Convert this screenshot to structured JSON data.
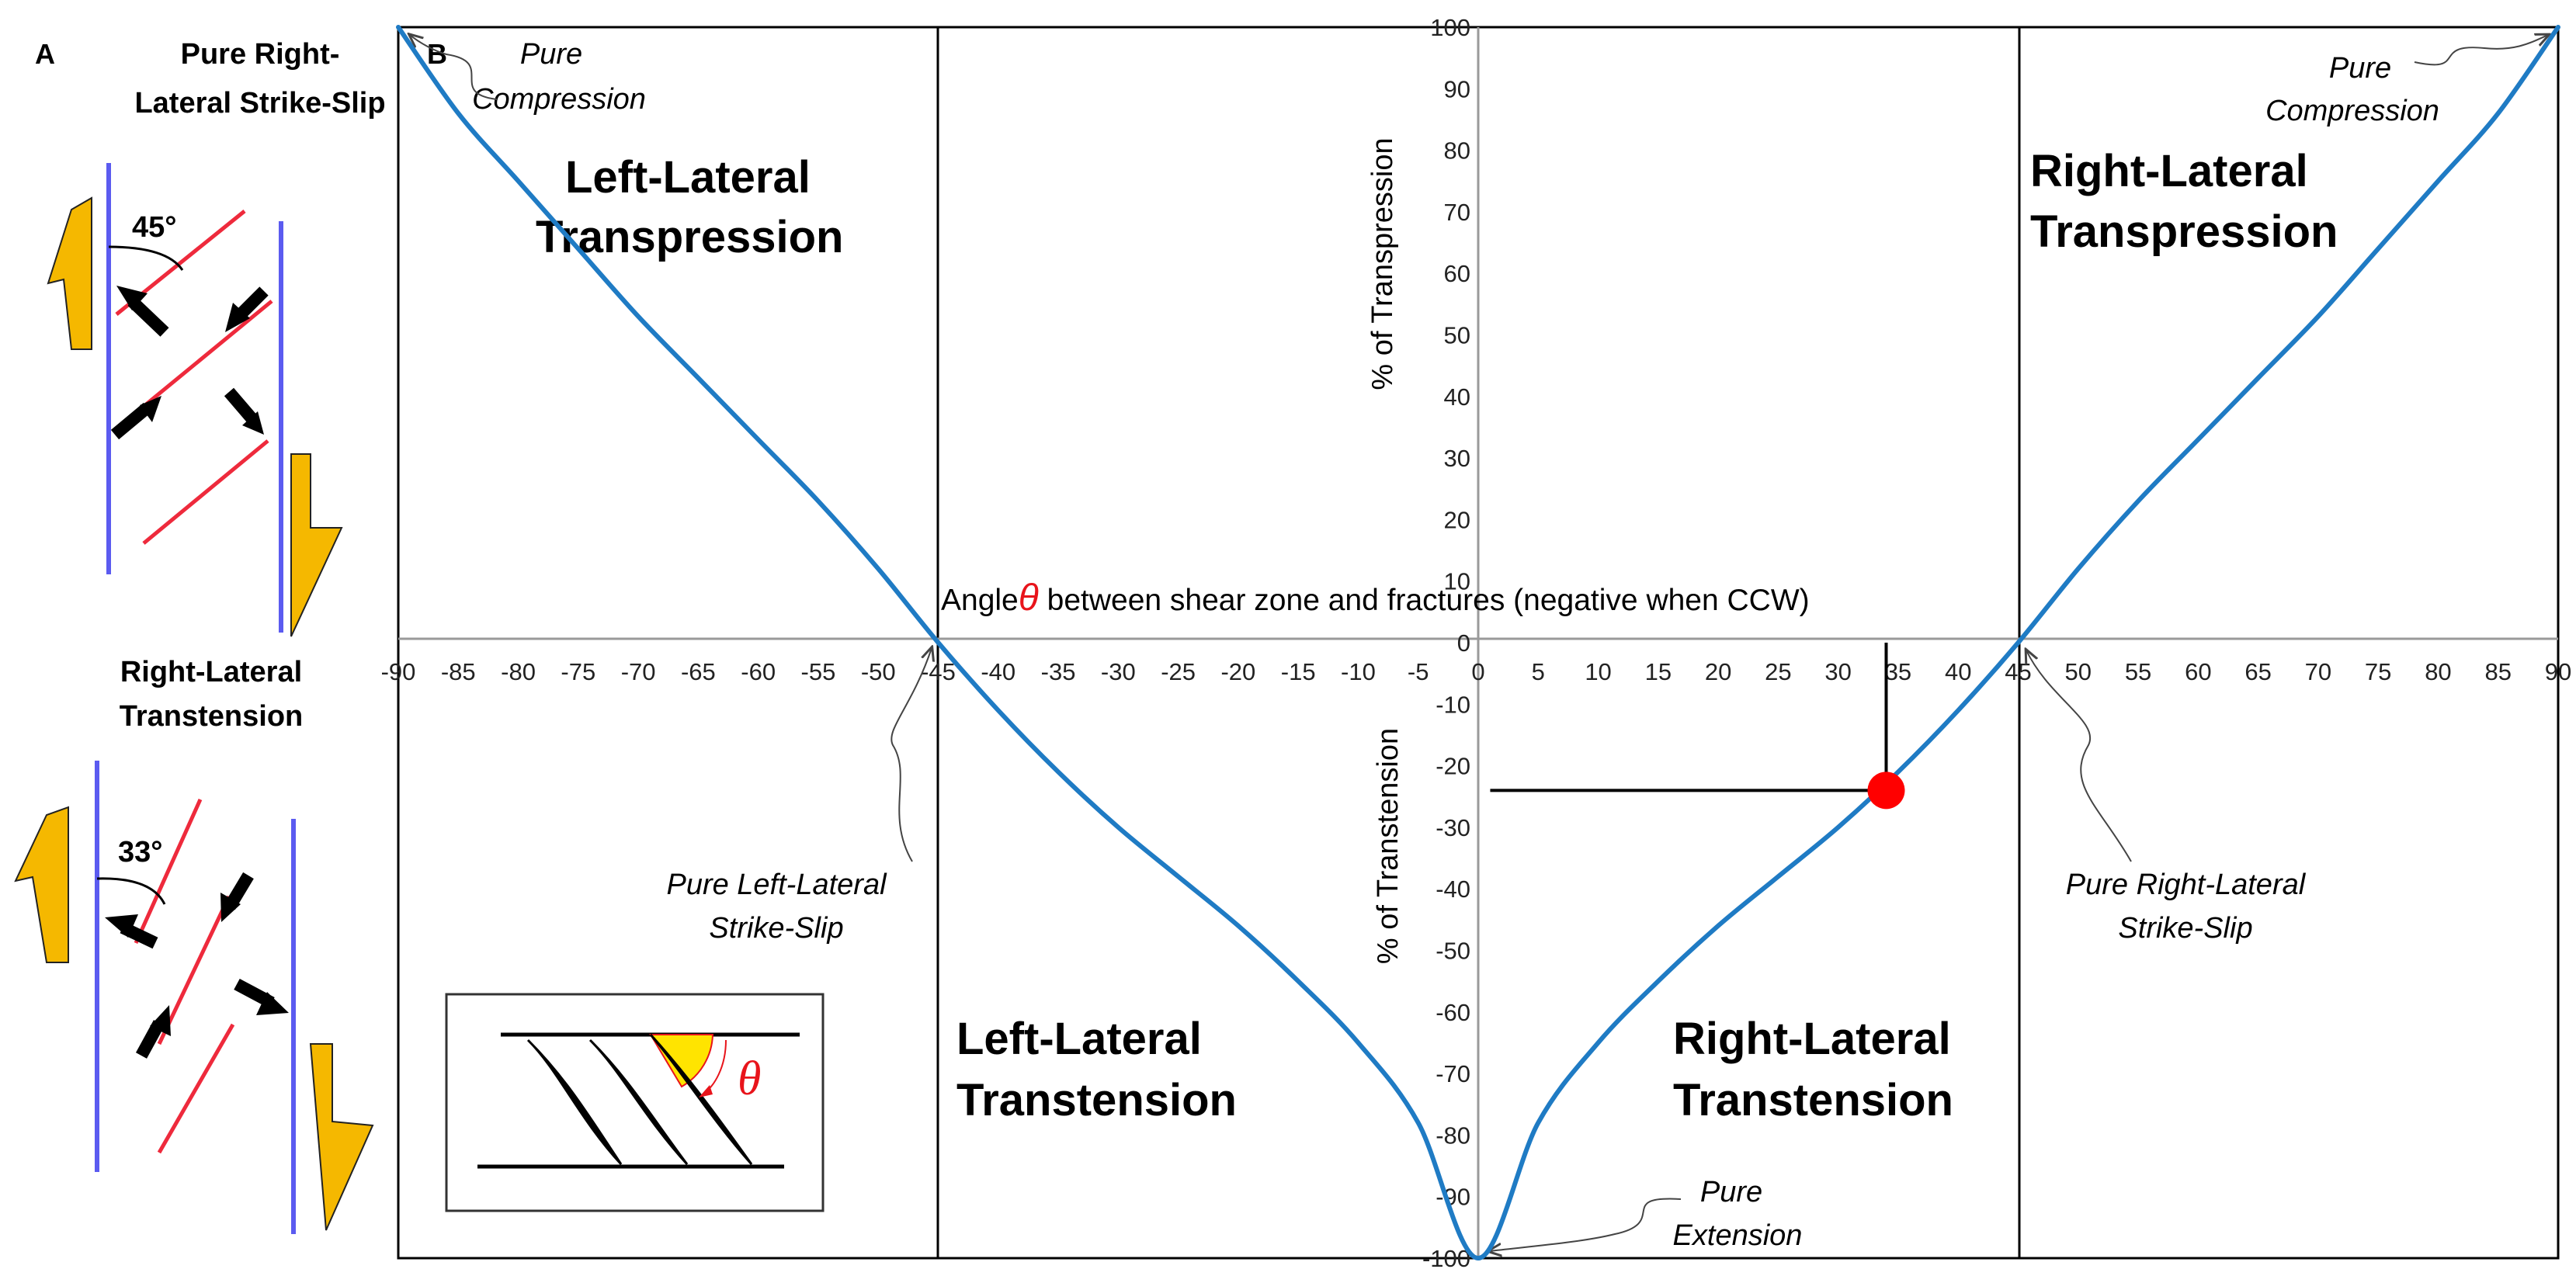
{
  "panel_a": {
    "letter": "A",
    "top_title_line1": "Pure Right-",
    "top_title_line2": "Lateral Strike-Slip",
    "top_angle": "45°",
    "bottom_title_line1": "Right-Lateral",
    "bottom_title_line2": "Transtension",
    "bottom_angle": "33°"
  },
  "panel_b": {
    "letter": "B",
    "region_labels": {
      "ll_transpression_1": "Left-Lateral",
      "ll_transpression_2": "Transpression",
      "rl_transpression_1": "Right-Lateral",
      "rl_transpression_2": "Transpression",
      "ll_transtension_1": "Left-Lateral",
      "ll_transtension_2": "Transtension",
      "rl_transtension_1": "Right-Lateral",
      "rl_transtension_2": "Transtension"
    },
    "annotations": {
      "pure_compression_left_1": "Pure",
      "pure_compression_left_2": "Compression",
      "pure_compression_right_1": "Pure",
      "pure_compression_right_2": "Compression",
      "pure_ll_ss_1": "Pure Left-Lateral",
      "pure_ll_ss_2": "Strike-Slip",
      "pure_rl_ss_1": "Pure Right-Lateral",
      "pure_rl_ss_2": "Strike-Slip",
      "pure_extension_1": "Pure",
      "pure_extension_2": "Extension"
    },
    "inset_theta": "θ",
    "x_title_prefix": "Angle",
    "x_title_theta": "θ",
    "x_title_suffix": " between shear zone and fractures (negative when CCW)",
    "y_label_top": "% of Transpression",
    "y_label_bottom": "% of Transtension",
    "colors": {
      "curve": "#1f7bc4",
      "marker": "#ff0000",
      "theta": "#e8141b",
      "fault": "#5b5bf0",
      "fracture": "#ee2a3c",
      "block": "#f5b800"
    }
  },
  "chart_data": {
    "type": "line",
    "xlabel": "Angle θ between shear zone and fractures (negative when CCW)",
    "ylabel": "% of Transpression / % of Transtension",
    "xlim": [
      -90,
      90
    ],
    "ylim": [
      -100,
      100
    ],
    "x_ticks": [
      -90,
      -85,
      -80,
      -75,
      -70,
      -65,
      -60,
      -55,
      -50,
      -45,
      -40,
      -35,
      -30,
      -25,
      -20,
      -15,
      -10,
      -5,
      0,
      5,
      10,
      15,
      20,
      25,
      30,
      35,
      40,
      45,
      50,
      55,
      60,
      65,
      70,
      75,
      80,
      85,
      90
    ],
    "y_ticks": [
      100,
      90,
      80,
      70,
      60,
      50,
      40,
      30,
      20,
      10,
      0,
      -10,
      -20,
      -30,
      -40,
      -50,
      -60,
      -70,
      -80,
      -90,
      -100
    ],
    "vertical_dividers": [
      -45,
      45
    ],
    "series": [
      {
        "x": [
          -90,
          -85,
          -80,
          -75,
          -70,
          -65,
          -60,
          -55,
          -50,
          -45,
          -40,
          -35,
          -30,
          -25,
          -20,
          -15,
          -10,
          -5,
          0,
          5,
          10,
          15,
          20,
          25,
          30,
          35,
          40,
          45,
          50,
          55,
          60,
          65,
          70,
          75,
          80,
          85,
          90
        ],
        "values": [
          100,
          86,
          75,
          64,
          53,
          43,
          33,
          23,
          12,
          0,
          -11,
          -21,
          -30,
          -38,
          -46,
          -55,
          -65,
          -78,
          -100,
          -78,
          -65,
          -55,
          -46,
          -38,
          -30,
          -21,
          -11,
          0,
          12,
          23,
          33,
          43,
          53,
          64,
          75,
          86,
          100
        ]
      }
    ],
    "highlight_point": {
      "x": 34,
      "y": -24
    }
  }
}
